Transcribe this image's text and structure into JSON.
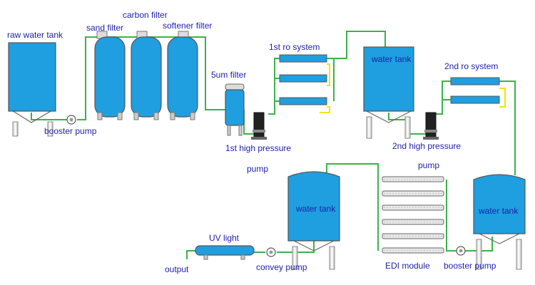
{
  "labels": {
    "raw_water_tank": "raw water tank",
    "booster_pump_1": "booster pump",
    "sand_filter": "sand filter",
    "carbon_filter": "carbon filter",
    "softener_filter": "softener filter",
    "five_um_filter": "5um filter",
    "ro_system_1": "1st ro system",
    "high_pressure_1": "1st high pressure",
    "pump_1": "pump",
    "water_tank_1": "water tank",
    "ro_system_2": "2nd ro system",
    "high_pressure_2": "2nd high pressure",
    "pump_2": "pump",
    "water_tank_2": "water tank",
    "water_tank_3": "water tank",
    "uv_light": "UV light",
    "output": "output",
    "convey_pump": "convey pump",
    "edi_module": "EDI module",
    "booster_pump_2": "booster pump"
  },
  "colors": {
    "tank_fill": "#1f9fe0",
    "tank_stroke": "#555555",
    "pipe": "#3cb24a",
    "yellow_pipe": "#f2e600",
    "label": "#1d1fa8"
  }
}
